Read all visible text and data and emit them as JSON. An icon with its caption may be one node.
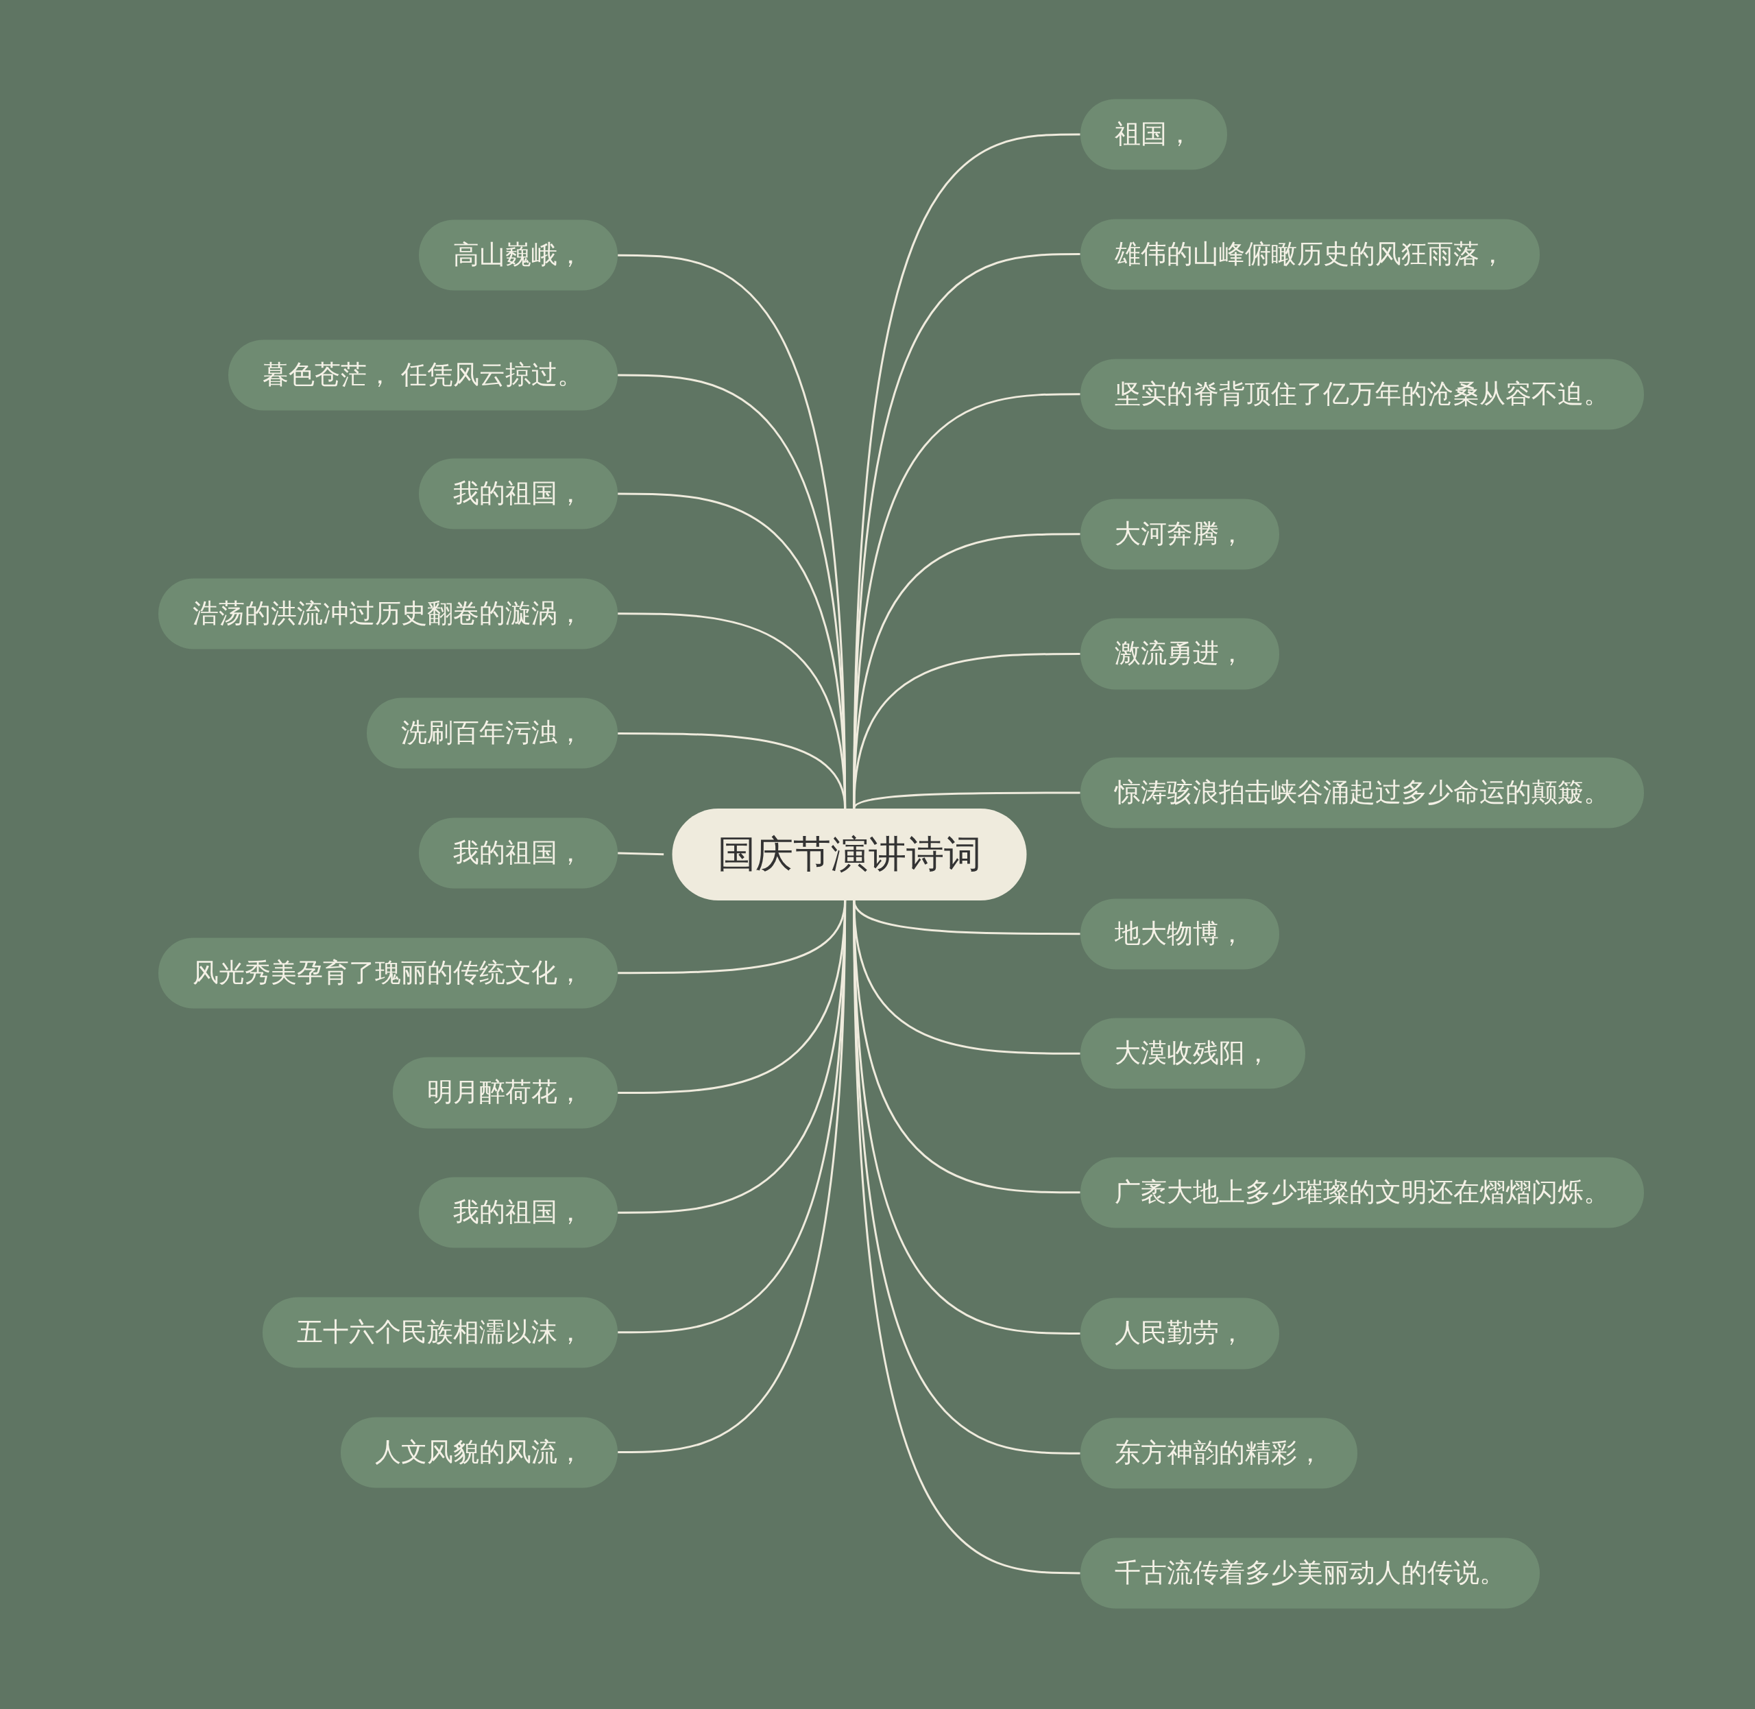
{
  "diagram": {
    "nodes": [
      {
        "text": [
          "国庆节演讲诗词"
        ]
      },
      {
        "text": [
          "祖国，"
        ]
      },
      {
        "text": [
          "雄伟的山峰俯瞰历史的风狂雨落，"
        ]
      },
      {
        "text": [
          "坚实的脊背顶住了亿万年的沧桑从容不迫。"
        ]
      },
      {
        "text": [
          "大河奔腾，"
        ]
      },
      {
        "text": [
          "激流勇进，"
        ]
      },
      {
        "text": [
          "惊涛骇浪拍击峡谷涌起过多少命运的颠簸。"
        ]
      },
      {
        "text": [
          "地大物博，"
        ]
      },
      {
        "text": [
          "大漠收残阳，"
        ]
      },
      {
        "text": [
          "广袤大地上多少璀璨的文明还在熠熠闪烁。"
        ]
      },
      {
        "text": [
          "人民勤劳，"
        ]
      },
      {
        "text": [
          "东方神韵的精彩，"
        ]
      },
      {
        "text": [
          "千古流传着多少美丽动人的传说。"
        ]
      },
      {
        "text": [
          "高山巍峨，"
        ]
      },
      {
        "text": [
          "暮色苍茫， 任凭风云掠过。"
        ]
      },
      {
        "text": [
          "我的祖国，"
        ]
      },
      {
        "text": [
          "浩荡的洪流冲过历史翻卷的漩涡，"
        ]
      },
      {
        "text": [
          "洗刷百年污浊，"
        ]
      },
      {
        "text": [
          "我的祖国，"
        ]
      },
      {
        "text": [
          "风光秀美孕育了瑰丽的传统文化，"
        ]
      },
      {
        "text": [
          "明月醉荷花，"
        ]
      },
      {
        "text": [
          "我的祖国，"
        ]
      },
      {
        "text": [
          "五十六个民族相濡以沫，"
        ]
      },
      {
        "text": [
          "人文风貌的风流，"
        ]
      }
    ],
    "edges": [
      {
        "from": 0,
        "to": 1,
        "arrow": "none"
      },
      {
        "from": 0,
        "to": 2,
        "arrow": "none"
      },
      {
        "from": 0,
        "to": 3,
        "arrow": "none"
      },
      {
        "from": 0,
        "to": 4,
        "arrow": "none"
      },
      {
        "from": 0,
        "to": 5,
        "arrow": "none"
      },
      {
        "from": 0,
        "to": 6,
        "arrow": "none"
      },
      {
        "from": 0,
        "to": 7,
        "arrow": "none"
      },
      {
        "from": 0,
        "to": 8,
        "arrow": "none"
      },
      {
        "from": 0,
        "to": 9,
        "arrow": "none"
      },
      {
        "from": 0,
        "to": 10,
        "arrow": "none"
      },
      {
        "from": 0,
        "to": 11,
        "arrow": "none"
      },
      {
        "from": 0,
        "to": 12,
        "arrow": "none"
      },
      {
        "from": 0,
        "to": 13,
        "arrow": "none"
      },
      {
        "from": 0,
        "to": 14,
        "arrow": "none"
      },
      {
        "from": 0,
        "to": 15,
        "arrow": "none"
      },
      {
        "from": 0,
        "to": 16,
        "arrow": "none"
      },
      {
        "from": 0,
        "to": 17,
        "arrow": "none"
      },
      {
        "from": 0,
        "to": 18,
        "arrow": "none"
      },
      {
        "from": 0,
        "to": 19,
        "arrow": "none"
      },
      {
        "from": 0,
        "to": 20,
        "arrow": "none"
      },
      {
        "from": 0,
        "to": 21,
        "arrow": "none"
      },
      {
        "from": 0,
        "to": 22,
        "arrow": "none"
      },
      {
        "from": 0,
        "to": 23,
        "arrow": "none"
      }
    ]
  }
}
